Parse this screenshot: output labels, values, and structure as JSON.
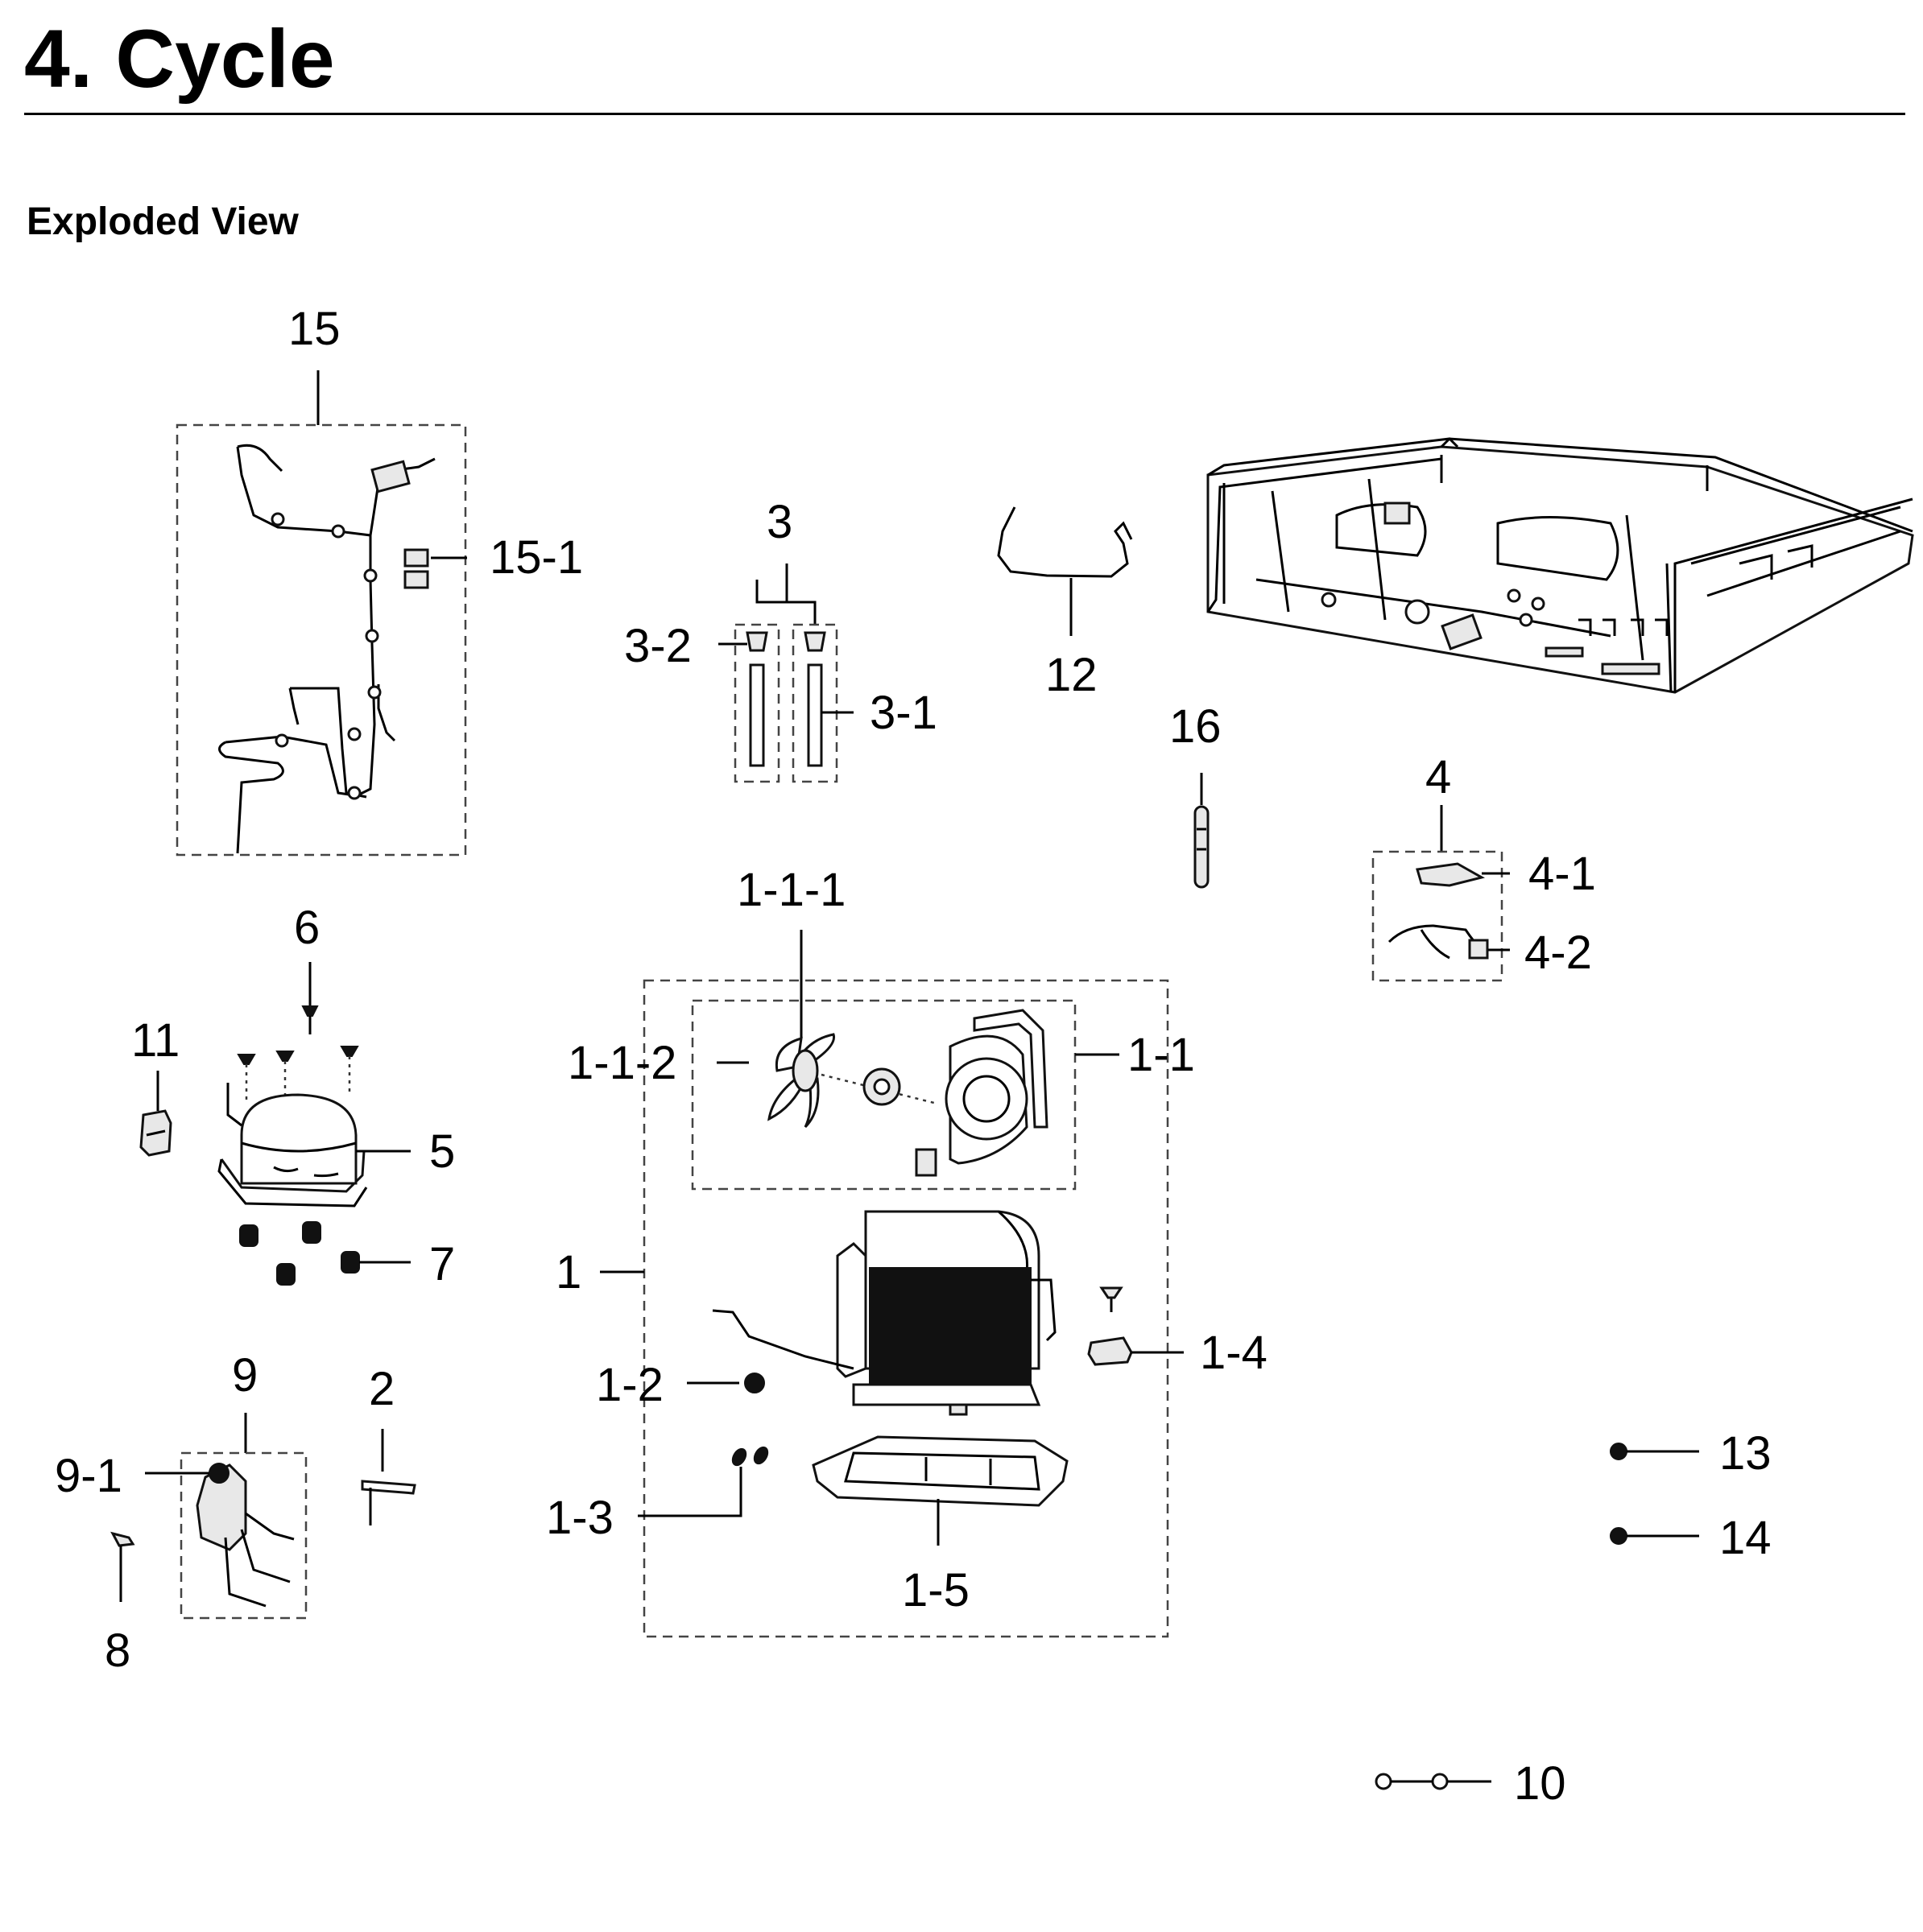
{
  "page": {
    "title": "4.  Cycle",
    "subtitle": "Exploded View"
  },
  "callouts": {
    "c1": "1",
    "c1_1": "1-1",
    "c1_1_1": "1-1-1",
    "c1_1_2": "1-1-2",
    "c1_2": "1-2",
    "c1_3": "1-3",
    "c1_4": "1-4",
    "c1_5": "1-5",
    "c2": "2",
    "c3": "3",
    "c3_1": "3-1",
    "c3_2": "3-2",
    "c4": "4",
    "c4_1": "4-1",
    "c4_2": "4-2",
    "c5": "5",
    "c6": "6",
    "c7": "7",
    "c8": "8",
    "c9": "9",
    "c9_1": "9-1",
    "c10": "10",
    "c11": "11",
    "c12": "12",
    "c13": "13",
    "c14": "14",
    "c15": "15",
    "c15_1": "15-1",
    "c16": "16"
  }
}
